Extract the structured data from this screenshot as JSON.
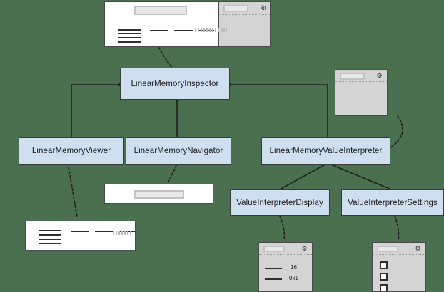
{
  "diagram": {
    "background_color": "#4a7050",
    "node_fill": "#cfdff0",
    "node_border": "#3a3a3a",
    "nodes": [
      {
        "id": "inspector",
        "label": "LinearMemoryInspector"
      },
      {
        "id": "viewer",
        "label": "LinearMemoryViewer"
      },
      {
        "id": "navigator",
        "label": "LinearMemoryNavigator"
      },
      {
        "id": "interpreter",
        "label": "LinearMemoryValueInterpreter"
      },
      {
        "id": "vi-display",
        "label": "ValueInterpreterDisplay"
      },
      {
        "id": "vi-settings",
        "label": "ValueInterpreterSettings"
      }
    ],
    "thumbnails": {
      "inspector_full": {
        "name": "inspector-screenshot"
      },
      "inspector_panel": {
        "name": "inspector-side-panel-screenshot"
      },
      "navigator": {
        "name": "navigator-screenshot"
      },
      "viewer": {
        "name": "viewer-screenshot"
      },
      "value_interpreter": {
        "name": "value-interpreter-screenshot"
      },
      "vi_display": {
        "name": "value-interpreter-display-screenshot",
        "rows": [
          {
            "value": "16"
          },
          {
            "value": "0x1"
          }
        ]
      },
      "vi_settings": {
        "name": "value-interpreter-settings-screenshot",
        "checkbox_count": 3
      }
    },
    "gear_icon": "⚙"
  }
}
